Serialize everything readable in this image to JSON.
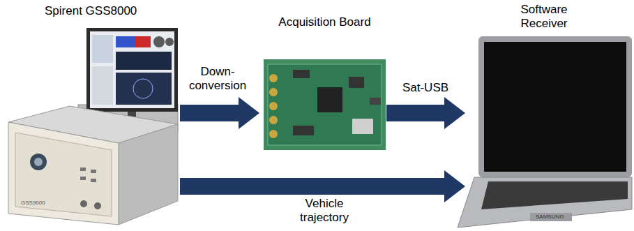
{
  "diagram": {
    "nodes": [
      {
        "text": [
          "Spirent GSS8000"
        ]
      },
      {
        "text": [
          "Acquisition Board"
        ]
      },
      {
        "text": [
          "Software Receiver"
        ]
      }
    ],
    "edges": [
      {
        "from": 0,
        "to": 1,
        "arrow": "to",
        "label": "Down- conversion"
      },
      {
        "from": 1,
        "to": 2,
        "arrow": "to",
        "label": "Sat-USB"
      },
      {
        "from": 0,
        "to": 2,
        "arrow": "to",
        "label": "Vehicle trajectory"
      }
    ],
    "labels": [
      "GSS9000",
      "SAMSUNG"
    ]
  }
}
